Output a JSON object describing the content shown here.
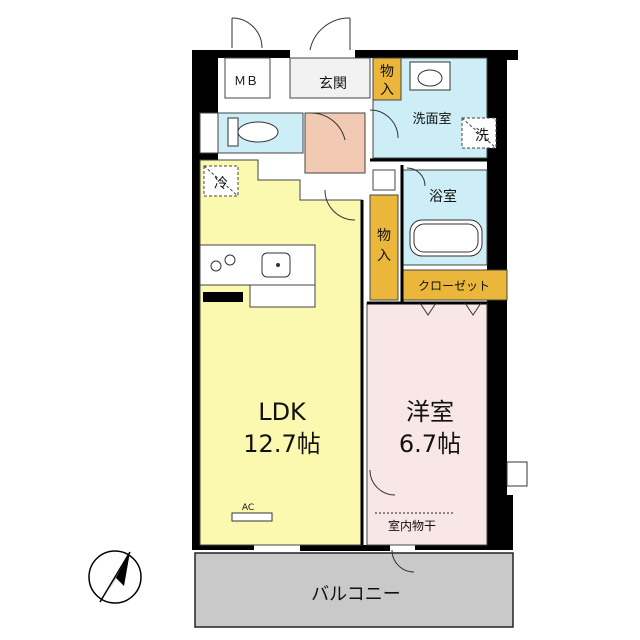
{
  "rooms": {
    "ldk": {
      "name": "LDK",
      "size": "12.7帖"
    },
    "western": {
      "name": "洋室",
      "size": "6.7帖"
    },
    "entrance": "玄関",
    "washroom": "洗面室",
    "bathroom": "浴室",
    "closet": "クローゼット",
    "storage_top": [
      "物",
      "入"
    ],
    "storage_side": [
      "物",
      "入"
    ],
    "balcony": "バルコニー",
    "indoor_drying": "室内物干",
    "meter_box": "ＭＢ"
  },
  "fixtures": {
    "fridge": "冷",
    "washer": "洗",
    "aircon": "AC"
  },
  "colors": {
    "ldk": "#fbf8b0",
    "western": "#f9e6e6",
    "wet_area": "#cdeef7",
    "entrance": "#f2c9b2",
    "storage": "#ebb73b",
    "balcony": "#c9c9c9",
    "wall": "#000000"
  },
  "north_icon": "north-arrow-icon"
}
